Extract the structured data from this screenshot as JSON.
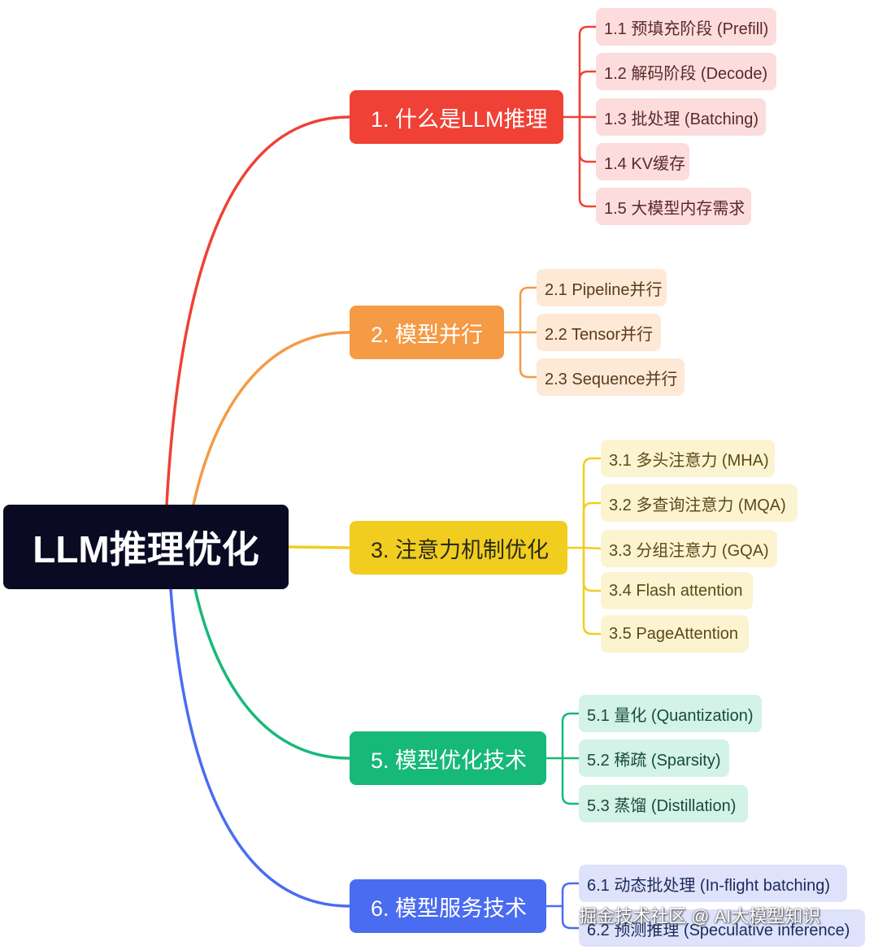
{
  "root": {
    "label": "LLM推理优化"
  },
  "branches": [
    {
      "label": "1. 什么是LLM推理",
      "color": "#ef4136",
      "leaf_bg": "#fcdcdc",
      "leaf_text": "#5a2a2a",
      "children": [
        "1.1 预填充阶段 (Prefill)",
        "1.2 解码阶段 (Decode)",
        "1.3 批处理 (Batching)",
        "1.4 KV缓存",
        "1.5 大模型内存需求"
      ]
    },
    {
      "label": "2. 模型并行",
      "color": "#f59a45",
      "leaf_bg": "#fde9d6",
      "leaf_text": "#5a3a1a",
      "children": [
        "2.1 Pipeline并行",
        "2.2 Tensor并行",
        "2.3 Sequence并行"
      ]
    },
    {
      "label": "3. 注意力机制优化",
      "color": "#f1cd1f",
      "leaf_bg": "#fcf3d0",
      "leaf_text": "#5a4a1a",
      "children": [
        "3.1 多头注意力 (MHA)",
        "3.2 多查询注意力 (MQA)",
        "3.3 分组注意力 (GQA)",
        "3.4 Flash attention",
        "3.5 PageAttention"
      ]
    },
    {
      "label": "5. 模型优化技术",
      "color": "#17b978",
      "leaf_bg": "#d2f3e6",
      "leaf_text": "#1a4a3a",
      "children": [
        "5.1 量化 (Quantization)",
        "5.2 稀疏 (Sparsity)",
        "5.3 蒸馏 (Distillation)"
      ]
    },
    {
      "label": "6. 模型服务技术",
      "color": "#4a6cf0",
      "leaf_bg": "#dee2fb",
      "leaf_text": "#1a2a5a",
      "children": [
        "6.1 动态批处理 (In-flight batching)",
        "6.2 预测推理 (Speculative inference)"
      ]
    }
  ],
  "watermark": "掘金技术社区 @ AI大模型知识"
}
